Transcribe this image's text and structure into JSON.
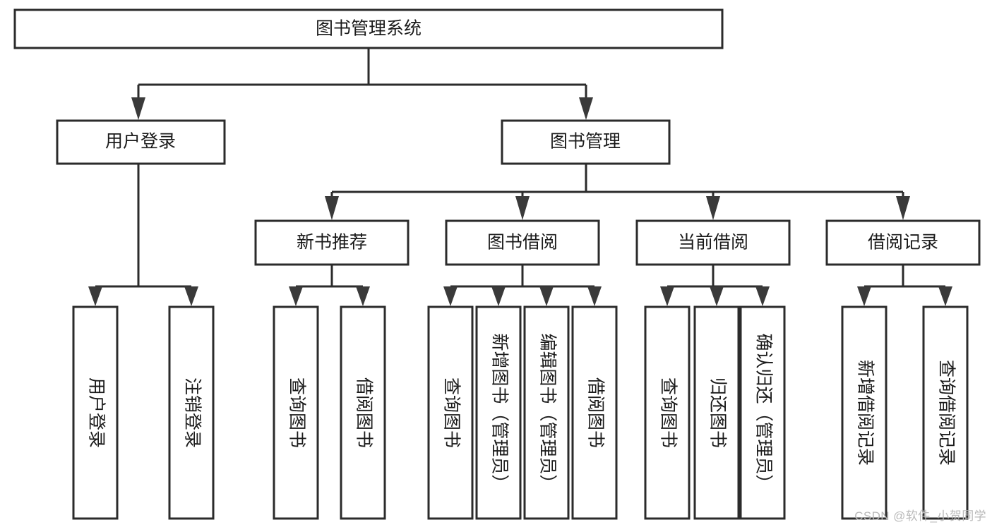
{
  "diagram": {
    "title_node": {
      "label": "图书管理系统"
    },
    "level2": [
      {
        "label": "用户登录"
      },
      {
        "label": "图书管理"
      }
    ],
    "level3": [
      {
        "label": "新书推荐"
      },
      {
        "label": "图书借阅"
      },
      {
        "label": "当前借阅"
      },
      {
        "label": "借阅记录"
      }
    ],
    "leaves_user_login": [
      {
        "label": "用户登录"
      },
      {
        "label": "注销登录"
      }
    ],
    "leaves_new_book": [
      {
        "label": "查询图书"
      },
      {
        "label": "借阅图书"
      }
    ],
    "leaves_borrow": [
      {
        "label": "查询图书"
      },
      {
        "label": "新增图书（管理员）"
      },
      {
        "label": "编辑图书（管理员）"
      },
      {
        "label": "借阅图书"
      }
    ],
    "leaves_current": [
      {
        "label": "查询图书"
      },
      {
        "label": "归还图书"
      },
      {
        "label": "确认归还（管理员）"
      }
    ],
    "leaves_records": [
      {
        "label": "新增借阅记录"
      },
      {
        "label": "查询借阅记录"
      }
    ],
    "watermark": "CSDN @软件_小贺同学",
    "colors": {
      "stroke": "#2b2b2b",
      "fill": "#ffffff",
      "text": "#1a1a1a",
      "watermark": "#b9b9b9"
    }
  }
}
